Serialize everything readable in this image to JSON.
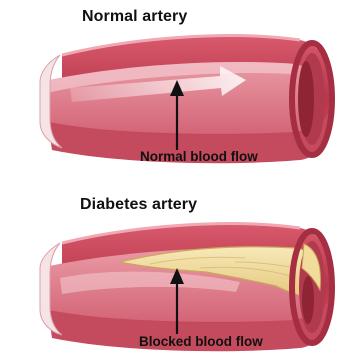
{
  "normal": {
    "title": "Normal artery",
    "caption": "Normal blood flow"
  },
  "diabetes": {
    "title": "Diabetes artery",
    "caption": "Blocked blood flow"
  },
  "colors": {
    "outer_wall": "#c24055",
    "inner_lumen": "#e07d8a",
    "highlight": "#f3c6cc",
    "plaque": "#f2dc9c",
    "plaque_dark": "#c9a85a",
    "arrow": "#111111"
  }
}
